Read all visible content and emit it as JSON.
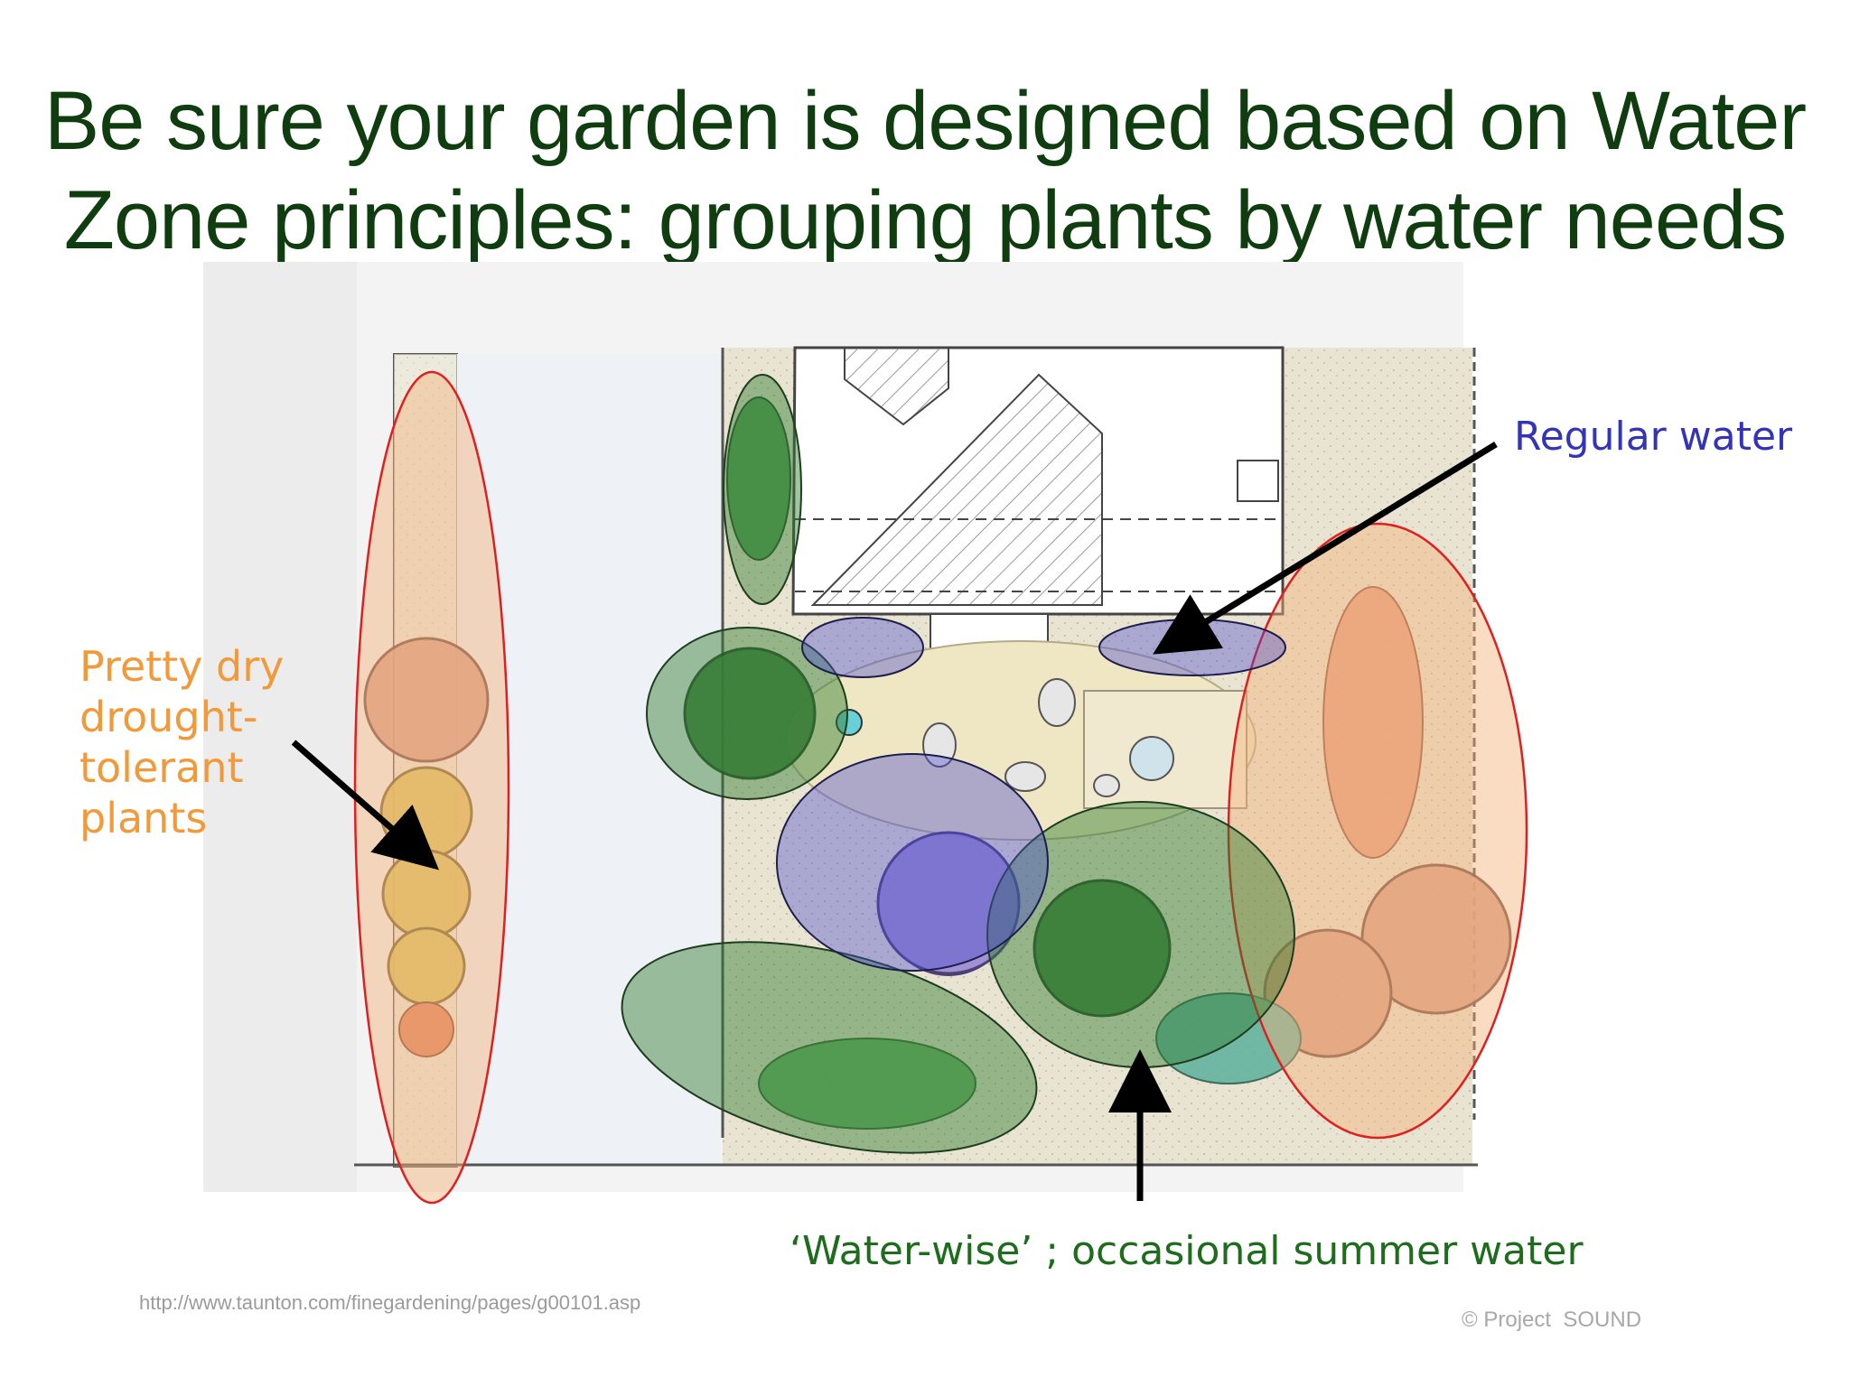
{
  "title": {
    "line1": "Be sure your garden is designed based on Water",
    "line2": "Zone principles: grouping plants by water needs"
  },
  "labels": {
    "dry": "Pretty dry drought-tolerant plants",
    "regular": "Regular water",
    "waterwise": "‘Water-wise’ ; occasional summer water"
  },
  "source_url": "http://www.taunton.com/finegardening/pages/g00101.asp",
  "copyright": "© Project  SOUND",
  "colors": {
    "title": "#0f3d0f",
    "dry_zone": "#f4b27a",
    "dry_outline": "#e02020",
    "regular_zone": "#4a4ad0",
    "waterwise_zone": "#2e7d2e",
    "dry_label": "#f29a3a",
    "regular_label": "#3434b8",
    "waterwise_label": "#1d6d1d"
  }
}
